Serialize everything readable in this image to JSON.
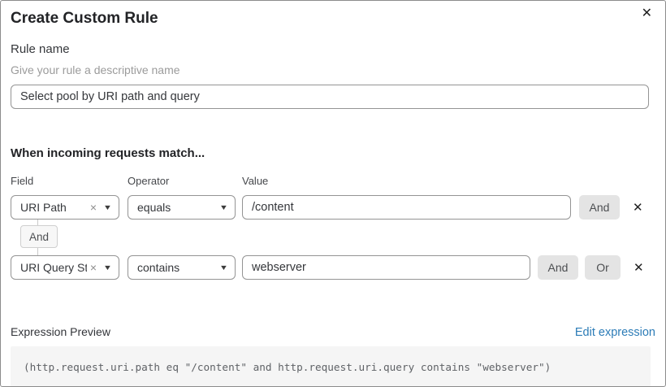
{
  "dialog": {
    "title": "Create Custom Rule"
  },
  "icons": {
    "close": "✕",
    "clear": "×",
    "caret": "▼",
    "remove": "✕"
  },
  "rule_name": {
    "label": "Rule name",
    "hint": "Give your rule a descriptive name",
    "value": "Select pool by URI path and query"
  },
  "matcher": {
    "heading": "When incoming requests match...",
    "columns": {
      "field": "Field",
      "operator": "Operator",
      "value": "Value"
    },
    "rows": [
      {
        "field": "URI Path",
        "operator": "equals",
        "value": "/content",
        "and_label": "And"
      },
      {
        "field": "URI Query St...",
        "operator": "contains",
        "value": "webserver",
        "and_label": "And",
        "or_label": "Or"
      }
    ],
    "connector_label": "And"
  },
  "expression_preview": {
    "label": "Expression Preview",
    "edit_link": "Edit expression",
    "expression": "(http.request.uri.path eq \"/content\" and http.request.uri.query contains \"webserver\")"
  },
  "colors": {
    "link_blue": "#2c7cb7",
    "button_bg": "#e4e4e4",
    "code_bg": "#f5f5f5",
    "border_gray": "#949494"
  }
}
